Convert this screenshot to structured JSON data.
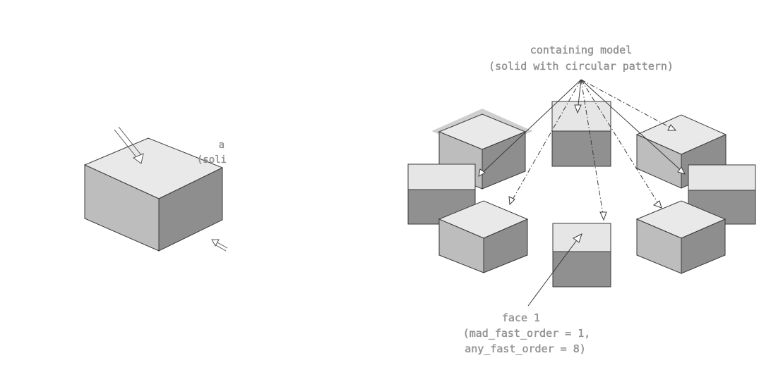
{
  "labels": {
    "small_label_line1": "a",
    "small_label_line2": "(soli",
    "containing_line1": "containing model",
    "containing_line2": "(solid with circular pattern)",
    "face_line1": "face 1",
    "face_line2": "(mad_fast_order = 1,",
    "face_line3": "any_fast_order = 8)"
  }
}
